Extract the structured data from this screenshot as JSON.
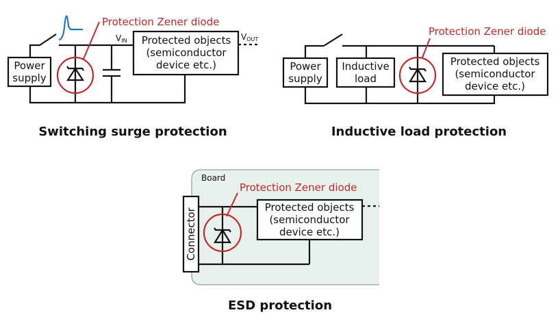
{
  "colors": {
    "zener_highlight": "#c0282d",
    "surge_waveform": "#1f75c4",
    "board_fill": "#e7f0eb",
    "board_border": "#a7aca9",
    "wire": "#111111"
  },
  "diagrams": [
    {
      "caption": "Switching surge protection",
      "zener_label": "Protection Zener diode",
      "power_supply": [
        "Power",
        "supply"
      ],
      "protected_objects": [
        "Protected objects",
        "(semiconductor",
        "device etc.)"
      ],
      "vin_label": "V",
      "vin_sub": "IN",
      "vout_label": "V",
      "vout_sub": "OUT"
    },
    {
      "caption": "Inductive load protection",
      "zener_label": "Protection Zener diode",
      "power_supply": [
        "Power",
        "supply"
      ],
      "inductive_load": [
        "Inductive",
        "load"
      ],
      "protected_objects": [
        "Protected objects",
        "(semiconductor",
        "device etc.)"
      ]
    },
    {
      "caption": "ESD protection",
      "zener_label": "Protection Zener diode",
      "board_label": "Board",
      "connector_label": "Connector",
      "protected_objects": [
        "Protected objects",
        "(semiconductor",
        "device etc.)"
      ]
    }
  ]
}
